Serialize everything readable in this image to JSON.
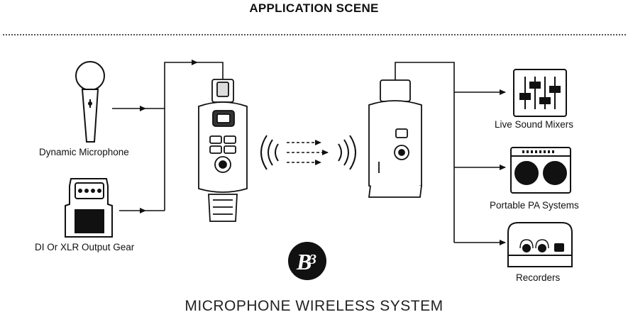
{
  "header": {
    "title": "APPLICATION SCENE"
  },
  "inputs": [
    {
      "label": "Dynamic Microphone"
    },
    {
      "label": "DI Or XLR Output Gear"
    }
  ],
  "outputs": [
    {
      "label": "Live Sound Mixers"
    },
    {
      "label": "Portable PA Systems"
    },
    {
      "label": "Recorders"
    }
  ],
  "footer": {
    "title": "MICROPHONE WIRELESS SYSTEM"
  },
  "colors": {
    "line": "#111111",
    "device": "#ffffff",
    "ink": "#111111"
  }
}
